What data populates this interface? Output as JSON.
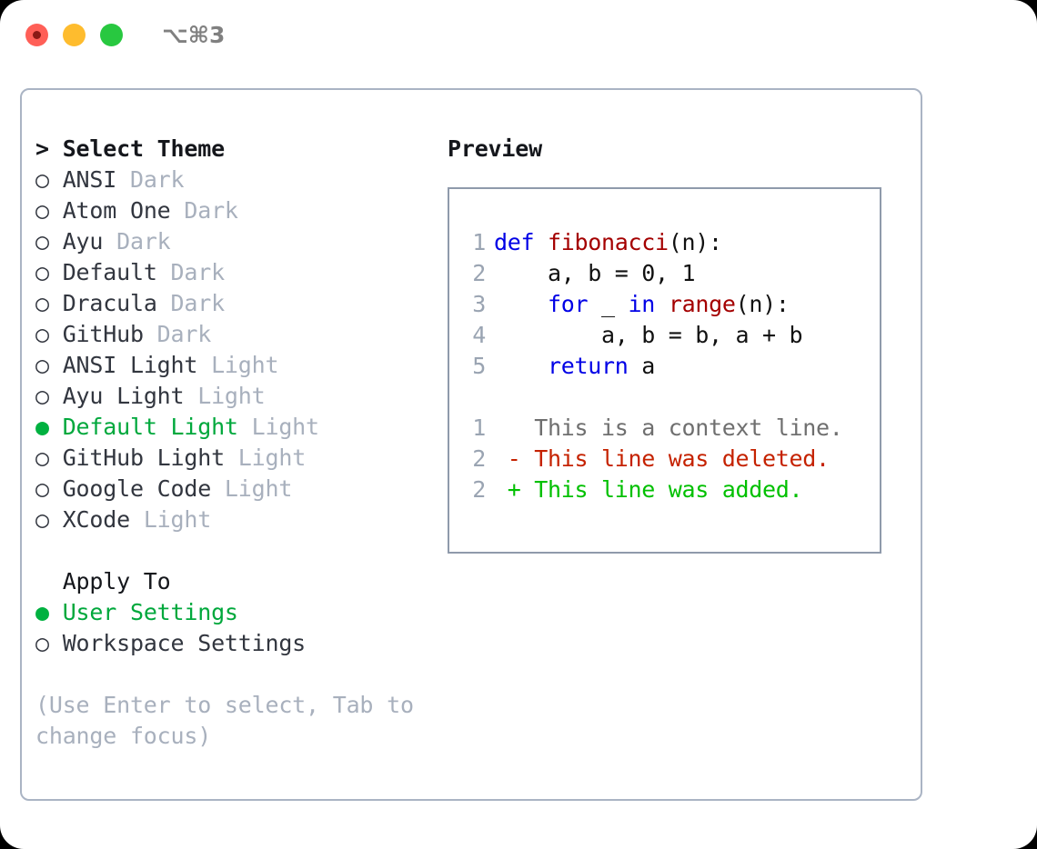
{
  "titlebar": {
    "traffic_lights": [
      "close-red",
      "minimize-yellow",
      "maximize-green"
    ],
    "shortcut": "⌥⌘3"
  },
  "theme_list": {
    "heading": "> Select Theme",
    "selected_marker": "●",
    "unselected_marker": "○",
    "items": [
      {
        "marker": "○",
        "name": "ANSI",
        "kind": "Dark",
        "selected": false
      },
      {
        "marker": "○",
        "name": "Atom One",
        "kind": "Dark",
        "selected": false
      },
      {
        "marker": "○",
        "name": "Ayu",
        "kind": "Dark",
        "selected": false
      },
      {
        "marker": "○",
        "name": "Default",
        "kind": "Dark",
        "selected": false
      },
      {
        "marker": "○",
        "name": "Dracula",
        "kind": "Dark",
        "selected": false
      },
      {
        "marker": "○",
        "name": "GitHub",
        "kind": "Dark",
        "selected": false
      },
      {
        "marker": "○",
        "name": "ANSI Light",
        "kind": "Light",
        "selected": false
      },
      {
        "marker": "○",
        "name": "Ayu Light",
        "kind": "Light",
        "selected": false
      },
      {
        "marker": "●",
        "name": "Default Light",
        "kind": "Light",
        "selected": true
      },
      {
        "marker": "○",
        "name": "GitHub Light",
        "kind": "Light",
        "selected": false
      },
      {
        "marker": "○",
        "name": "Google Code",
        "kind": "Light",
        "selected": false
      },
      {
        "marker": "○",
        "name": "XCode",
        "kind": "Light",
        "selected": false
      }
    ]
  },
  "apply_to": {
    "heading": "  Apply To",
    "items": [
      {
        "marker": "●",
        "name": "User Settings",
        "selected": true
      },
      {
        "marker": "○",
        "name": "Workspace Settings",
        "selected": false
      }
    ]
  },
  "hint": "(Use Enter to select, Tab to\nchange focus)",
  "preview": {
    "heading": "Preview",
    "code_lines": [
      {
        "no": "1",
        "tokens": [
          {
            "t": "def ",
            "c": "kw"
          },
          {
            "t": "fibonacci",
            "c": "fn"
          },
          {
            "t": "(n):",
            "c": "plain"
          }
        ]
      },
      {
        "no": "2",
        "tokens": [
          {
            "t": "    a, b = 0, 1",
            "c": "plain"
          }
        ]
      },
      {
        "no": "3",
        "tokens": [
          {
            "t": "    ",
            "c": "plain"
          },
          {
            "t": "for",
            "c": "kw"
          },
          {
            "t": " _ ",
            "c": "plain"
          },
          {
            "t": "in ",
            "c": "kw"
          },
          {
            "t": "range",
            "c": "fn"
          },
          {
            "t": "(n):",
            "c": "plain"
          }
        ]
      },
      {
        "no": "4",
        "tokens": [
          {
            "t": "        a, b = b, a + b",
            "c": "plain"
          }
        ]
      },
      {
        "no": "5",
        "tokens": [
          {
            "t": "    ",
            "c": "plain"
          },
          {
            "t": "return",
            "c": "kw"
          },
          {
            "t": " a",
            "c": "plain"
          }
        ]
      }
    ],
    "diff_lines": [
      {
        "no": "1",
        "sign": "  ",
        "text": "This is a context line.",
        "kind": "ctx"
      },
      {
        "no": "2",
        "sign": "- ",
        "text": "This line was deleted.",
        "kind": "del"
      },
      {
        "no": "2",
        "sign": "+ ",
        "text": "This line was added.",
        "kind": "add"
      }
    ]
  },
  "colors": {
    "selected_green": "#00a83c",
    "muted_gray": "#a8b0bd",
    "keyword_blue": "#0000e6",
    "function_red": "#a40000",
    "diff_deleted": "#c52200",
    "diff_added": "#00c000",
    "panel_border": "#aab4c4",
    "preview_border": "#8f9aab",
    "traffic_red": "#ff5f57",
    "traffic_yellow": "#febc2e",
    "traffic_green": "#28c840"
  }
}
